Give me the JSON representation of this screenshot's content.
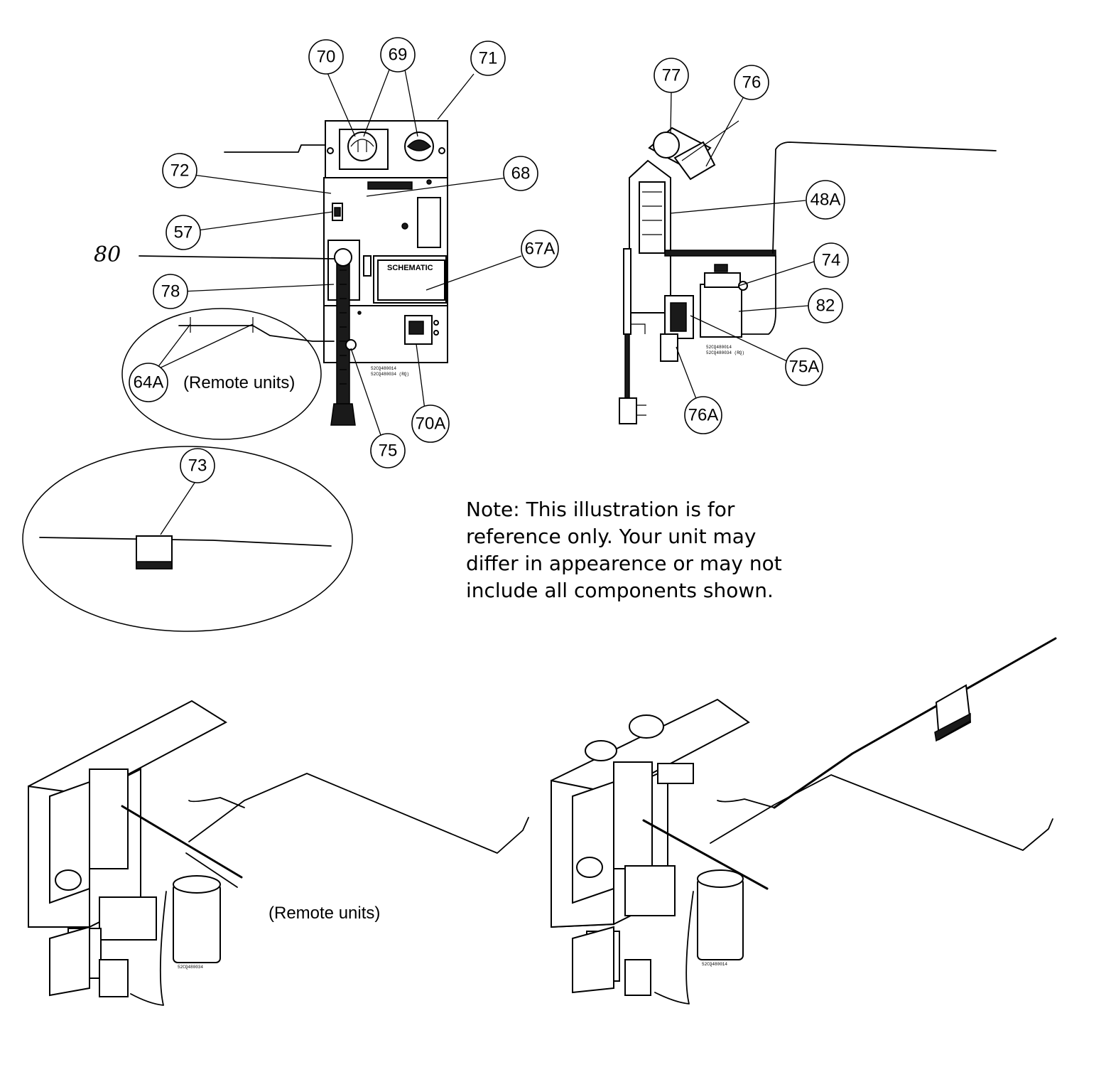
{
  "callouts": {
    "c70": "70",
    "c69": "69",
    "c71": "71",
    "c72": "72",
    "c68": "68",
    "c57": "57",
    "c67A": "67A",
    "c78": "78",
    "c64A": "64A",
    "c75": "75",
    "c70A": "70A",
    "c73": "73",
    "c77": "77",
    "c76": "76",
    "c48A": "48A",
    "c74": "74",
    "c82": "82",
    "c75A": "75A",
    "c76A": "76A"
  },
  "handwritten_label": "80",
  "remote_units_label_1": "(Remote units)",
  "remote_units_label_2": "(Remote units)",
  "schematic_label": "SCHEMATIC",
  "part_codes": {
    "front_panel": [
      "52CQ480014",
      "52CQ480034 (RQ)"
    ],
    "side_view": [
      "52CQ480014",
      "52CQ480034 (RQ)"
    ],
    "capacitor_left": "52CQ480034",
    "capacitor_right": "52CQ480014"
  },
  "note": "Note: This illustration is for\nreference only. Your unit may\ndiffer in appearence or may not\ninclude all components shown."
}
